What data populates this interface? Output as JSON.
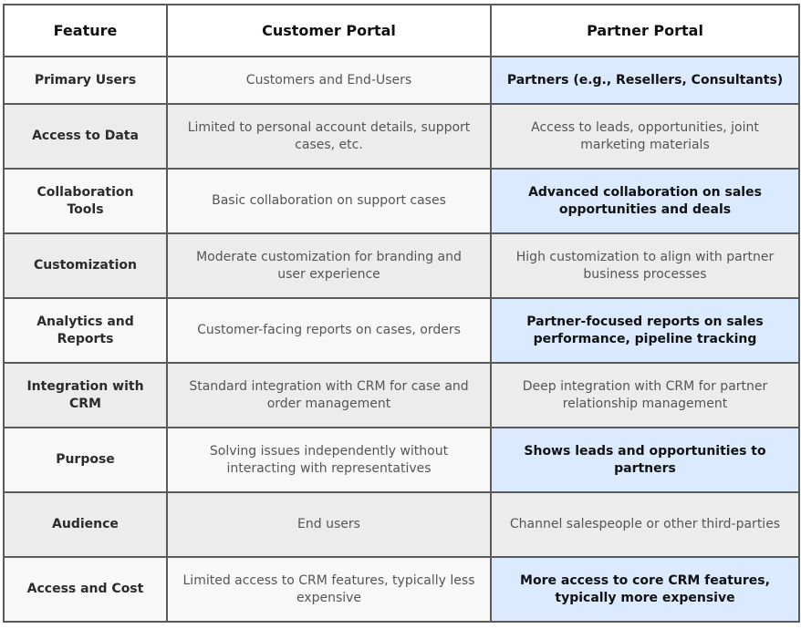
{
  "table": {
    "headers": [
      "Feature",
      "Customer Portal",
      "Partner Portal"
    ],
    "rows": [
      {
        "feature": "Primary Users",
        "customer": "Customers and End-Users",
        "partner": "Partners (e.g., Resellers, Consultants)",
        "partner_highlighted": true
      },
      {
        "feature": "Access to Data",
        "customer": "Limited to personal account details, support cases, etc.",
        "partner": "Access to leads, opportunities, joint marketing materials",
        "partner_highlighted": false
      },
      {
        "feature": "Collaboration Tools",
        "customer": "Basic collaboration on support cases",
        "partner": "Advanced collaboration on sales opportunities and deals",
        "partner_highlighted": true
      },
      {
        "feature": "Customization",
        "customer": "Moderate customization for branding and user experience",
        "partner": "High customization to align with partner business processes",
        "partner_highlighted": false
      },
      {
        "feature": "Analytics and Reports",
        "customer": "Customer-facing reports on cases, orders",
        "partner": "Partner-focused reports on sales performance, pipeline tracking",
        "partner_highlighted": true
      },
      {
        "feature": "Integration with CRM",
        "customer": "Standard integration with CRM for case and order management",
        "partner": "Deep integration with CRM for partner relationship management",
        "partner_highlighted": false
      },
      {
        "feature": "Purpose",
        "customer": "Solving issues independently without interacting with representatives",
        "partner": "Shows leads and opportunities to partners",
        "partner_highlighted": true
      },
      {
        "feature": "Audience",
        "customer": "End users",
        "partner": "Channel salespeople or other third-parties",
        "partner_highlighted": false
      },
      {
        "feature": "Access and Cost",
        "customer": "Limited access to CRM features, typically less expensive",
        "partner": "More access to core CRM features, typically more expensive",
        "partner_highlighted": true
      }
    ]
  },
  "colors": {
    "highlight": "#dbeafe",
    "border": "#5a5a5a",
    "row_light": "#f8f8f8",
    "row_dark": "#ececec"
  }
}
